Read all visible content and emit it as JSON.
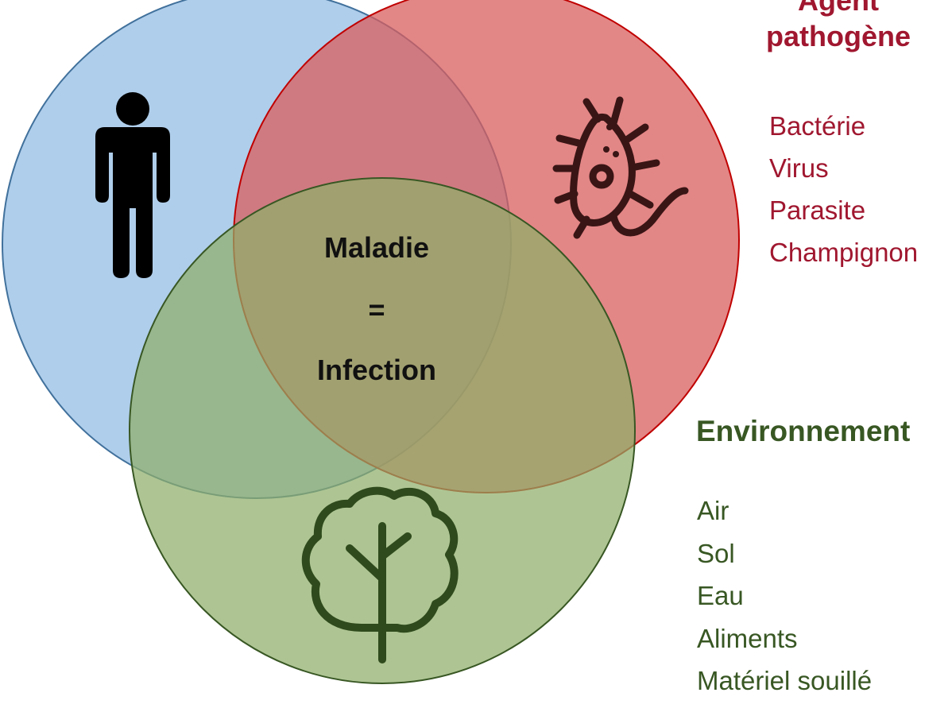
{
  "center": {
    "line1": "Maladie",
    "line2": "=",
    "line3": "Infection"
  },
  "circles": {
    "host": {
      "icon": "person-icon",
      "fill": "#9dc3e6",
      "stroke": "#41719c"
    },
    "agent": {
      "icon": "bacterium-icon",
      "fill": "#d95d5d",
      "stroke": "#c00000"
    },
    "environment": {
      "icon": "tree-icon",
      "fill": "#8fae6a",
      "stroke": "#385723"
    }
  },
  "agent": {
    "title_line1": "Agent",
    "title_line2": "pathogène",
    "color": "#a0172f",
    "items": [
      "Bactérie",
      "Virus",
      "Parasite",
      "Champignon"
    ]
  },
  "environment": {
    "title": "Environnement",
    "color": "#385723",
    "items": [
      "Air",
      "Sol",
      "Eau",
      "Aliments",
      "Matériel souillé"
    ]
  }
}
